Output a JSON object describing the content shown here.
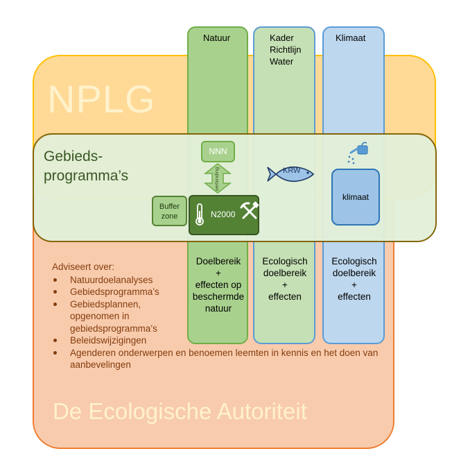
{
  "nplg": {
    "label": "NPLG"
  },
  "ea": {
    "label": "De Ecologische Autoriteit"
  },
  "gebiedsprogramma": {
    "label_line1": "Gebieds-",
    "label_line2": "programma’s"
  },
  "columns": {
    "natuur": {
      "head": [
        "Natuur"
      ],
      "foot": [
        "Doelbereik",
        "+",
        "effecten op",
        "beschermde",
        "natuur"
      ]
    },
    "krw": {
      "head": [
        "Kader",
        "Richtlijn",
        "Water"
      ],
      "foot": [
        "Ecologisch",
        "doelbereik",
        "+",
        "effecten"
      ]
    },
    "klimaat": {
      "head": [
        "Klimaat"
      ],
      "foot": [
        "Ecologisch",
        "doelbereik",
        "+",
        "effecten"
      ]
    }
  },
  "boxes": {
    "nnn": "NNN",
    "buffer_line1": "Buffer",
    "buffer_line2": "zone",
    "n2000": "N2000",
    "klimaat": "klimaat",
    "krw": "KRW",
    "verbinding": "verbinding"
  },
  "advice": {
    "intro": "Adviseert over:",
    "items": [
      "Natuurdoelanalyses",
      "Gebiedsprogramma’s",
      "Gebiedsplannen, opgenomen in gebiedsprogramma’s",
      "Beleidswijzigingen",
      "Agenderen onderwerpen en benoemen leemten in kennis en het doen van aanbevelingen"
    ]
  },
  "colors": {
    "ea_fill": "#f8cbad",
    "nplg_fill": "#ffd996",
    "band_fill": "#e2f0d9",
    "natuur_fill": "#a9d18e",
    "krw_fill": "#c5e0b4",
    "klimaat_fill": "#bdd7ee",
    "n2000_fill": "#548235"
  },
  "icons": [
    "thermometer-icon",
    "mining-tools-icon",
    "fish-icon",
    "watering-can-icon",
    "double-arrow-icon"
  ]
}
